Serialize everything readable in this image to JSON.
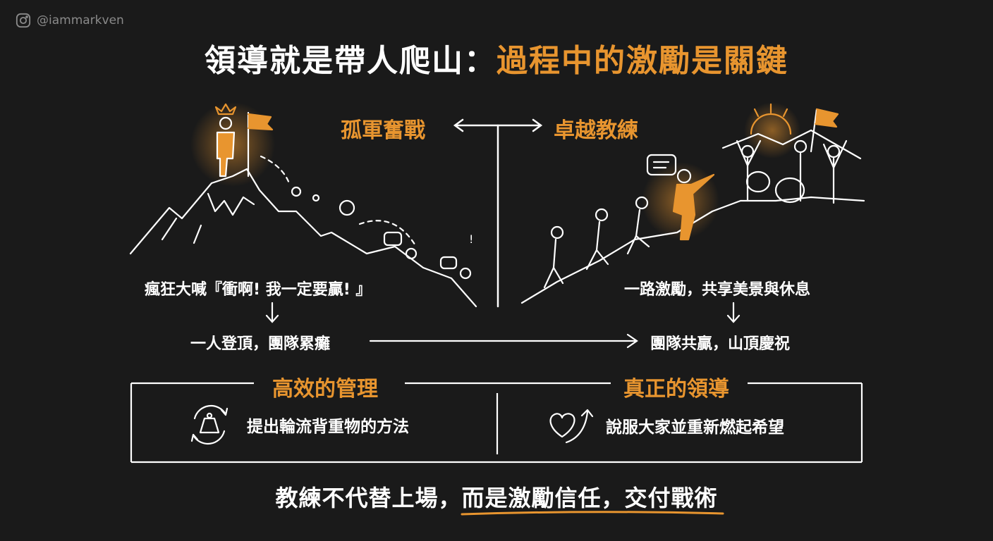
{
  "watermark": {
    "icon": "instagram-icon",
    "handle": "@iammarkven"
  },
  "title": {
    "main": "領導就是帶人爬山：",
    "accent": "過程中的激勵是關鍵"
  },
  "comparison": {
    "left_heading": "孤軍奮戰",
    "right_heading": "卓越教練",
    "left": {
      "cause": "瘋狂大喊『衝啊! 我一定要贏! 』",
      "result": "一人登頂，團隊累癱"
    },
    "right": {
      "cause": "一路激勵，共享美景與休息",
      "result": "團隊共贏，山頂慶祝"
    }
  },
  "sections": [
    {
      "title": "高效的管理",
      "icon": "rotate-weight-icon",
      "text": "提出輪流背重物的方法"
    },
    {
      "title": "真正的領導",
      "icon": "heart-rising-arrow-icon",
      "text": "說服大家並重新燃起希望"
    }
  ],
  "conclusion": {
    "plain": "教練不代替上場，",
    "underlined": "而是激勵信任，交付戰術"
  },
  "colors": {
    "background": "#1a1a1a",
    "accent": "#e8952f",
    "text": "#ffffff",
    "muted": "#8a8a8a"
  }
}
